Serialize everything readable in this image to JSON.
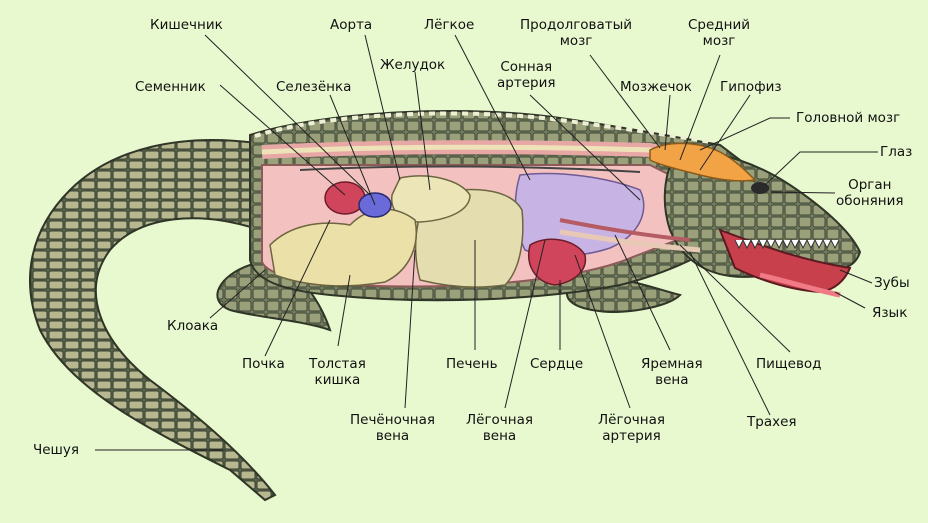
{
  "labels": {
    "intestine": "Кишечник",
    "testis": "Семенник",
    "aorta": "Аорта",
    "spleen": "Селезёнка",
    "stomach": "Желудок",
    "lung": "Лёгкое",
    "carotid": "Сонная\nартерия",
    "medulla": "Продолговатый\nмозг",
    "midbrain": "Средний\nмозг",
    "cerebellum": "Мозжечок",
    "pituitary": "Гипофиз",
    "brain": "Головной мозг",
    "eye": "Глаз",
    "olfactory": "Орган\nобоняния",
    "teeth": "Зубы",
    "tongue": "Язык",
    "cloaca": "Клоака",
    "kidney": "Почка",
    "colon": "Толстая\nкишка",
    "hepatic_vein": "Печёночная\nвена",
    "liver": "Печень",
    "pulm_vein": "Лёгочная\nвена",
    "heart": "Сердце",
    "pulm_artery": "Лёгочная\nартерия",
    "jugular": "Яремная\nвена",
    "esophagus": "Пищевод",
    "trachea": "Трахея",
    "scales": "Чешуя"
  },
  "colors": {
    "background": "#e8f8cf",
    "skin": "#6b7558",
    "scale_light": "#b7b88f",
    "body_cavity": "#f3c2c0",
    "liver": "#e3ddb0",
    "lung": "#c7b4e4",
    "heart": "#d0455c",
    "brain": "#f1a345",
    "mouth": "#c8404b"
  }
}
